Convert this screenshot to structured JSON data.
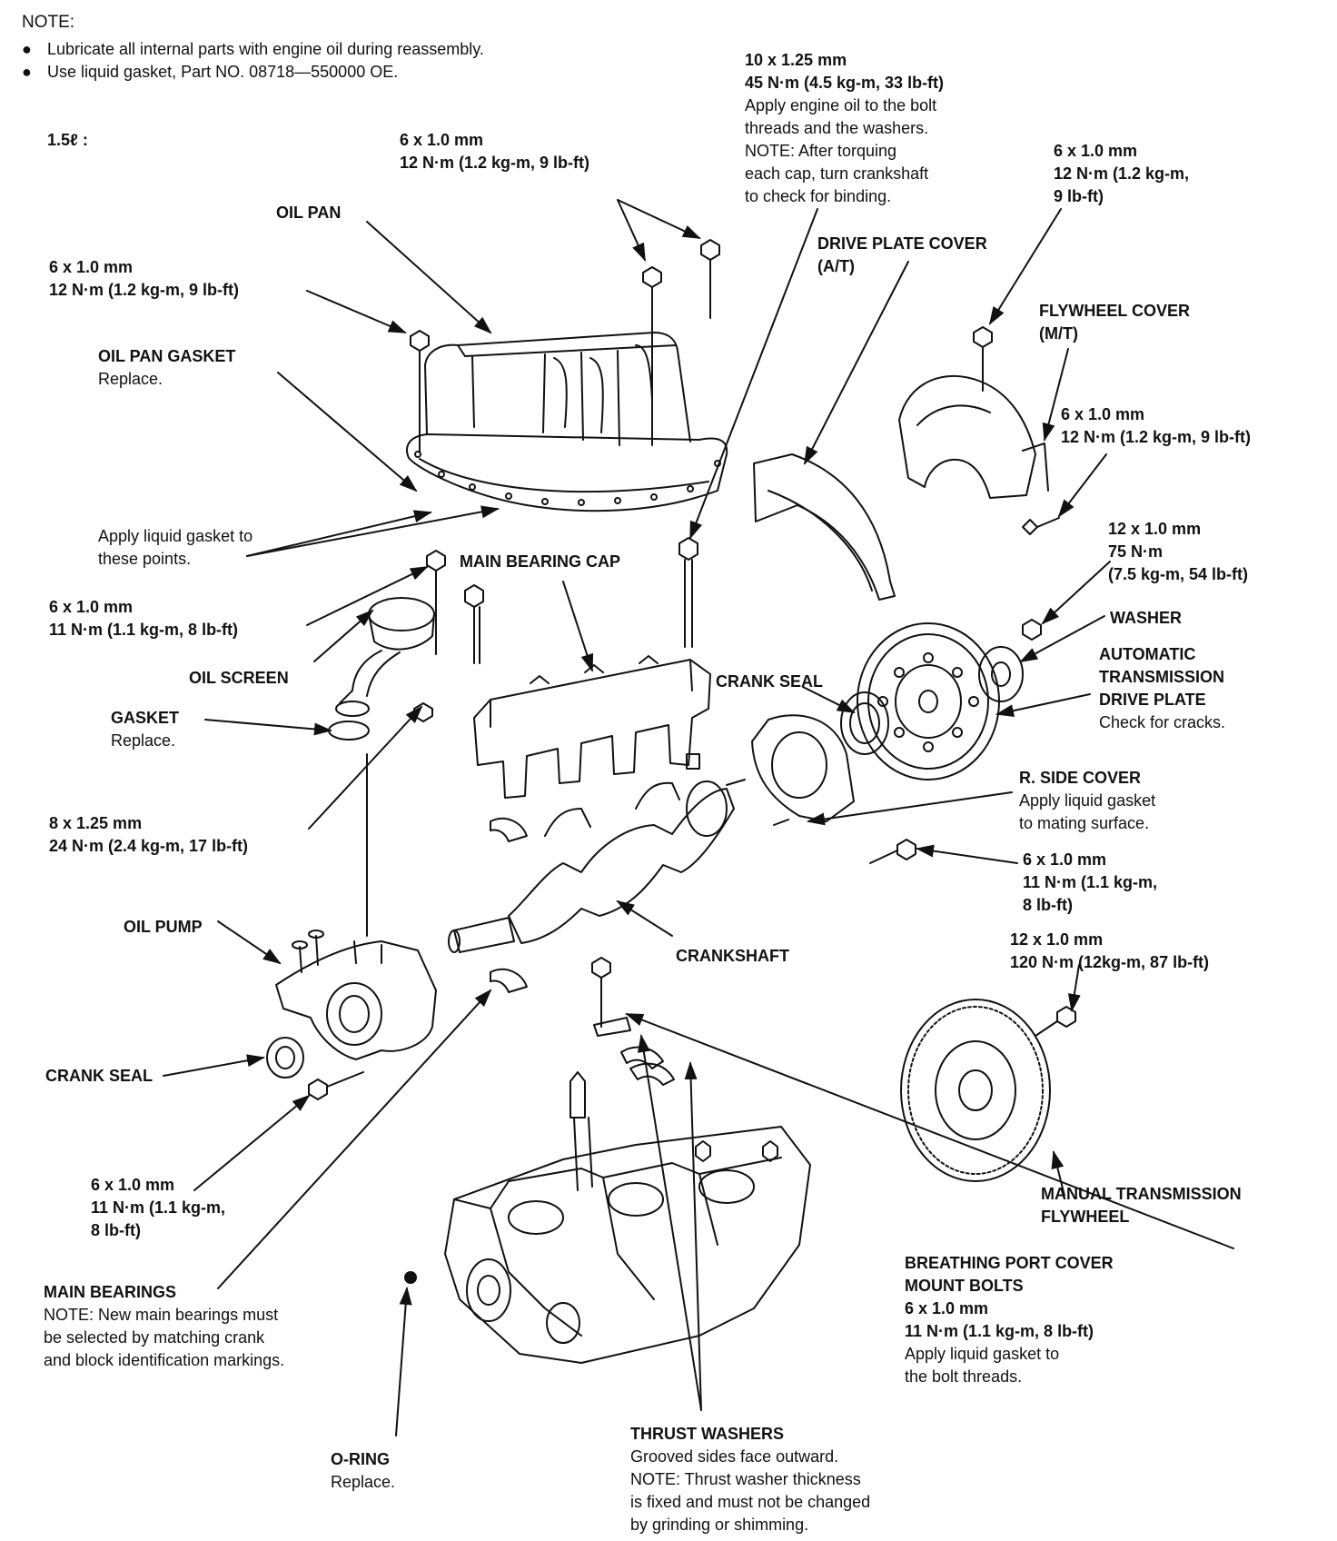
{
  "notes": {
    "heading": "NOTE:",
    "items": [
      "Lubricate all internal parts with engine oil during reassembly.",
      "Use liquid gasket, Part NO. 08718—550000 OE."
    ]
  },
  "engine": "1.5ℓ :",
  "labels": {
    "main_cap_bolt": {
      "size": "10 x 1.25 mm",
      "torque": "45 N·m (4.5 kg-m, 33 lb-ft)",
      "notes": [
        "Apply engine oil to the bolt",
        "threads and the washers.",
        "NOTE: After torquing",
        "each cap, turn crankshaft",
        "to check for binding."
      ]
    },
    "pan_bolt_top": {
      "size": "6 x 1.0 mm",
      "torque": "12 N·m (1.2 kg-m, 9 lb-ft)"
    },
    "pan_bolt_left": {
      "size": "6 x 1.0 mm",
      "torque": "12 N·m (1.2 kg-m, 9 lb-ft)"
    },
    "oil_pan": "OIL PAN",
    "oil_pan_gasket": {
      "name": "OIL PAN GASKET",
      "note": "Replace."
    },
    "apply_liquid_gasket": [
      "Apply liquid gasket to",
      "these points."
    ],
    "drive_plate_cover": [
      "DRIVE PLATE COVER",
      "(A/T)"
    ],
    "flywheel_cover_bolt_top": [
      "6 x 1.0 mm",
      "12 N·m (1.2 kg-m,",
      "9 lb-ft)"
    ],
    "flywheel_cover": [
      "FLYWHEEL COVER",
      "(M/T)"
    ],
    "flywheel_cover_bolt": {
      "size": "6 x 1.0 mm",
      "torque": "12 N·m (1.2 kg-m, 9 lb-ft)"
    },
    "drive_plate_bolt": [
      "12 x 1.0 mm",
      "75 N·m",
      "(7.5 kg-m, 54 lb-ft)"
    ],
    "washer": "WASHER",
    "at_drive_plate": {
      "names": [
        "AUTOMATIC",
        "TRANSMISSION",
        "DRIVE PLATE"
      ],
      "note": "Check for cracks."
    },
    "main_bearing_cap": "MAIN BEARING CAP",
    "screen_bolt": {
      "size": "6 x 1.0 mm",
      "torque": "11 N·m (1.1 kg-m, 8 lb-ft)"
    },
    "oil_screen": "OIL SCREEN",
    "gasket": {
      "name": "GASKET",
      "note": "Replace."
    },
    "crank_seal_right": "CRANK SEAL",
    "r_side_cover": {
      "name": "R. SIDE COVER",
      "notes": [
        "Apply liquid gasket",
        "to mating surface."
      ]
    },
    "side_cover_bolt": [
      "6 x 1.0 mm",
      "11 N·m (1.1 kg-m,",
      "8 lb-ft)"
    ],
    "pump_bolt": {
      "size": "8 x 1.25 mm",
      "torque": "24 N·m (2.4 kg-m, 17 lb-ft)"
    },
    "flywheel_bolt": {
      "size": "12 x 1.0 mm",
      "torque": "120 N·m (12kg-m, 87 lb-ft)"
    },
    "oil_pump": "OIL PUMP",
    "crankshaft": "CRANKSHAFT",
    "crank_seal_left": "CRANK SEAL",
    "pump_bolt_lower": [
      "6 x 1.0 mm",
      "11 N·m (1.1 kg-m,",
      "8 lb-ft)"
    ],
    "mt_flywheel": [
      "MANUAL TRANSMISSION",
      "FLYWHEEL"
    ],
    "breathing_port": {
      "names": [
        "BREATHING PORT COVER",
        "MOUNT BOLTS",
        "6 x 1.0 mm",
        "11 N·m (1.1 kg-m, 8 lb-ft)"
      ],
      "notes": [
        "Apply liquid gasket to",
        "the bolt threads."
      ]
    },
    "main_bearings": {
      "name": "MAIN BEARINGS",
      "notes": [
        "NOTE: New main bearings must",
        "be selected by matching crank",
        "and block identification markings."
      ]
    },
    "o_ring": {
      "name": "O-RING",
      "note": "Replace."
    },
    "thrust_washers": {
      "name": "THRUST WASHERS",
      "notes": [
        "Grooved sides face outward.",
        "NOTE: Thrust washer thickness",
        "is fixed and must not be changed",
        "by grinding or shimming."
      ]
    }
  }
}
